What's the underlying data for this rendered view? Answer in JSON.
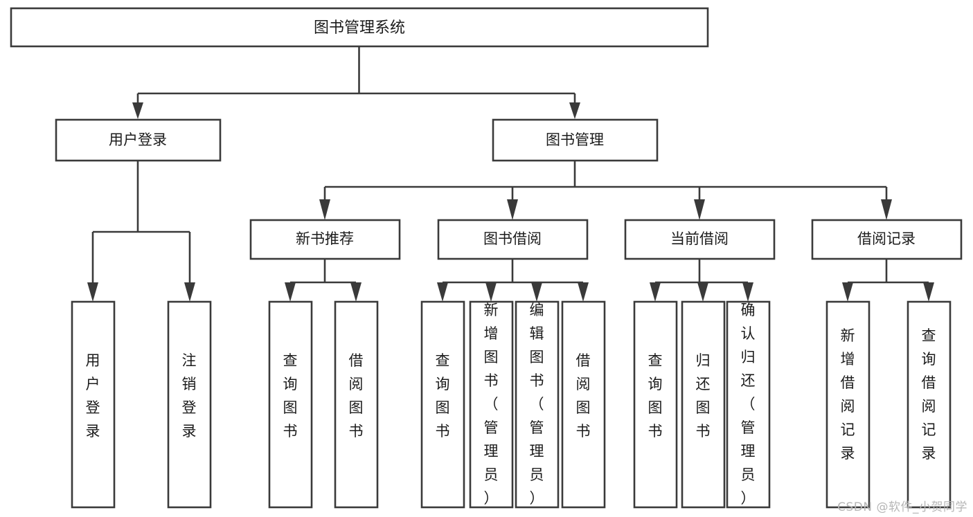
{
  "diagram": {
    "title": "图书管理系统",
    "type": "tree-hierarchy",
    "orientation": "top-down",
    "colors": {
      "background": "#ffffff",
      "node_fill": "#ffffff",
      "node_stroke": "#3a3a3a",
      "connector": "#3a3a3a",
      "label_text": "#1b1b1b",
      "watermark_text": "#b6b6b6"
    },
    "root": {
      "label": "图书管理系统"
    },
    "level1": [
      {
        "label": "用户登录"
      },
      {
        "label": "图书管理"
      }
    ],
    "level2": [
      {
        "label": "新书推荐"
      },
      {
        "label": "图书借阅"
      },
      {
        "label": "当前借阅"
      },
      {
        "label": "借阅记录"
      }
    ],
    "leaves": {
      "user_login": [
        {
          "label": "用户登录"
        },
        {
          "label": "注销登录"
        }
      ],
      "new_book_recommend": [
        {
          "label": "查询图书"
        },
        {
          "label": "借阅图书"
        }
      ],
      "book_borrow": [
        {
          "label": "查询图书"
        },
        {
          "label": "新增图书（管理员）"
        },
        {
          "label": "编辑图书（管理员）"
        },
        {
          "label": "借阅图书"
        }
      ],
      "current_borrow": [
        {
          "label": "查询图书"
        },
        {
          "label": "归还图书"
        },
        {
          "label": "确认归还（管理员）"
        }
      ],
      "borrow_record": [
        {
          "label": "新增借阅记录"
        },
        {
          "label": "查询借阅记录"
        }
      ]
    }
  },
  "watermark": {
    "text": "CSDN @软件_小贺同学"
  }
}
